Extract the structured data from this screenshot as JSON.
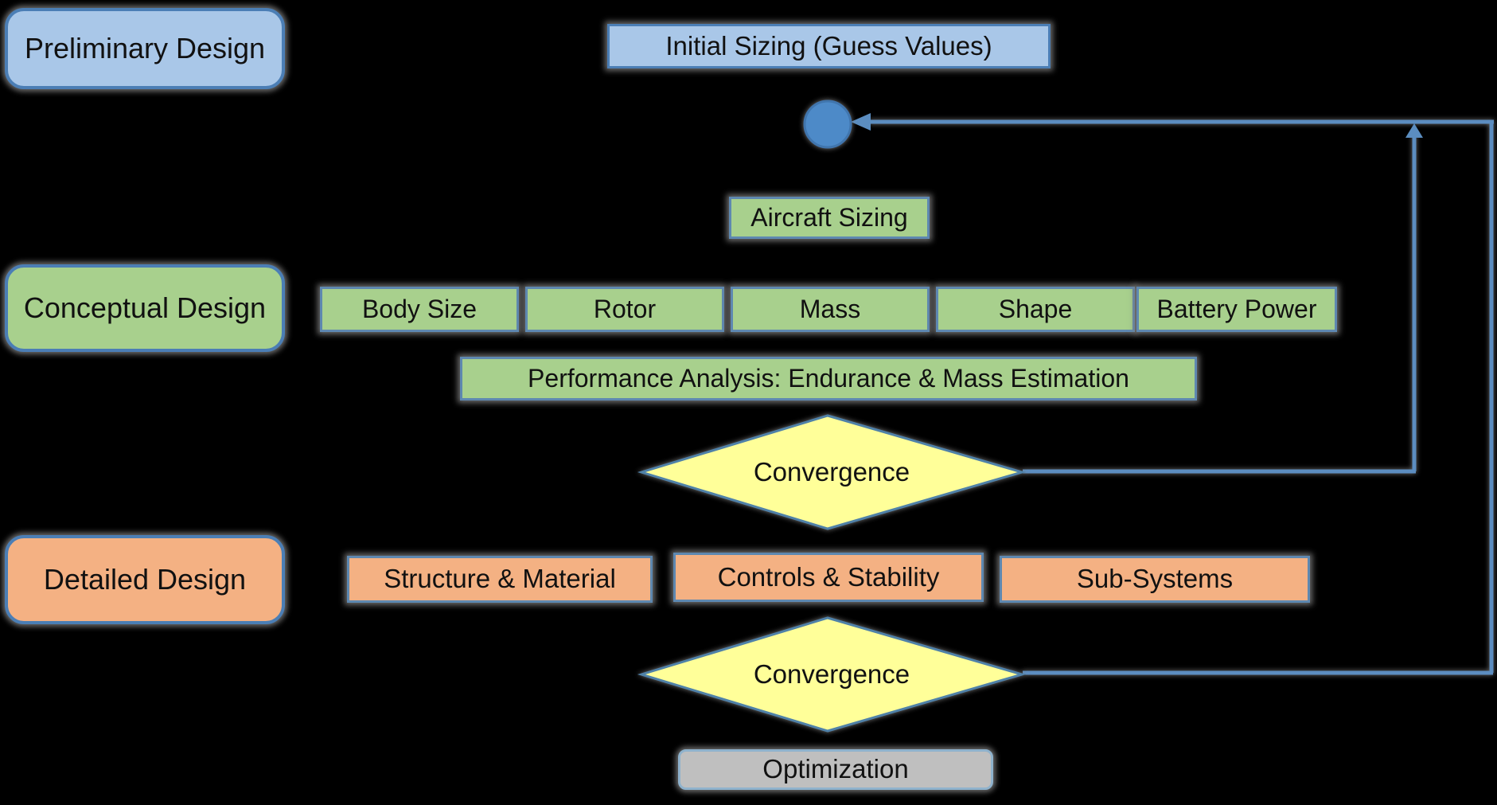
{
  "palette": {
    "background": "#000000",
    "blue_fill": "#A9C7E8",
    "blue_border": "#4B7EB5",
    "junction_fill": "#4E8AC8",
    "green_fill": "#A8D08D",
    "orange_fill": "#F4B183",
    "yellow_fill": "#FFFF99",
    "gray_fill": "#BFBFBF",
    "shape_border": "#5E88B0",
    "connector_color": "#5B8DC0",
    "shadow_color": "#7D7D7D"
  },
  "stages": {
    "preliminary": {
      "label": "Preliminary Design"
    },
    "conceptual": {
      "label": "Conceptual Design"
    },
    "detailed": {
      "label": "Detailed Design"
    }
  },
  "flow": {
    "initial_sizing": {
      "label": "Initial Sizing (Guess Values)"
    },
    "aircraft_sizing": {
      "label": "Aircraft Sizing"
    },
    "sizing_parameters": [
      "Body Size",
      "Rotor",
      "Mass",
      "Shape",
      "Battery Power"
    ],
    "performance_analysis": {
      "label": "Performance Analysis: Endurance & Mass Estimation"
    },
    "convergence_1": {
      "label": "Convergence"
    },
    "detailed_tasks": [
      "Structure & Material",
      "Controls & Stability",
      "Sub-Systems"
    ],
    "convergence_2": {
      "label": "Convergence"
    },
    "optimization": {
      "label": "Optimization"
    }
  }
}
